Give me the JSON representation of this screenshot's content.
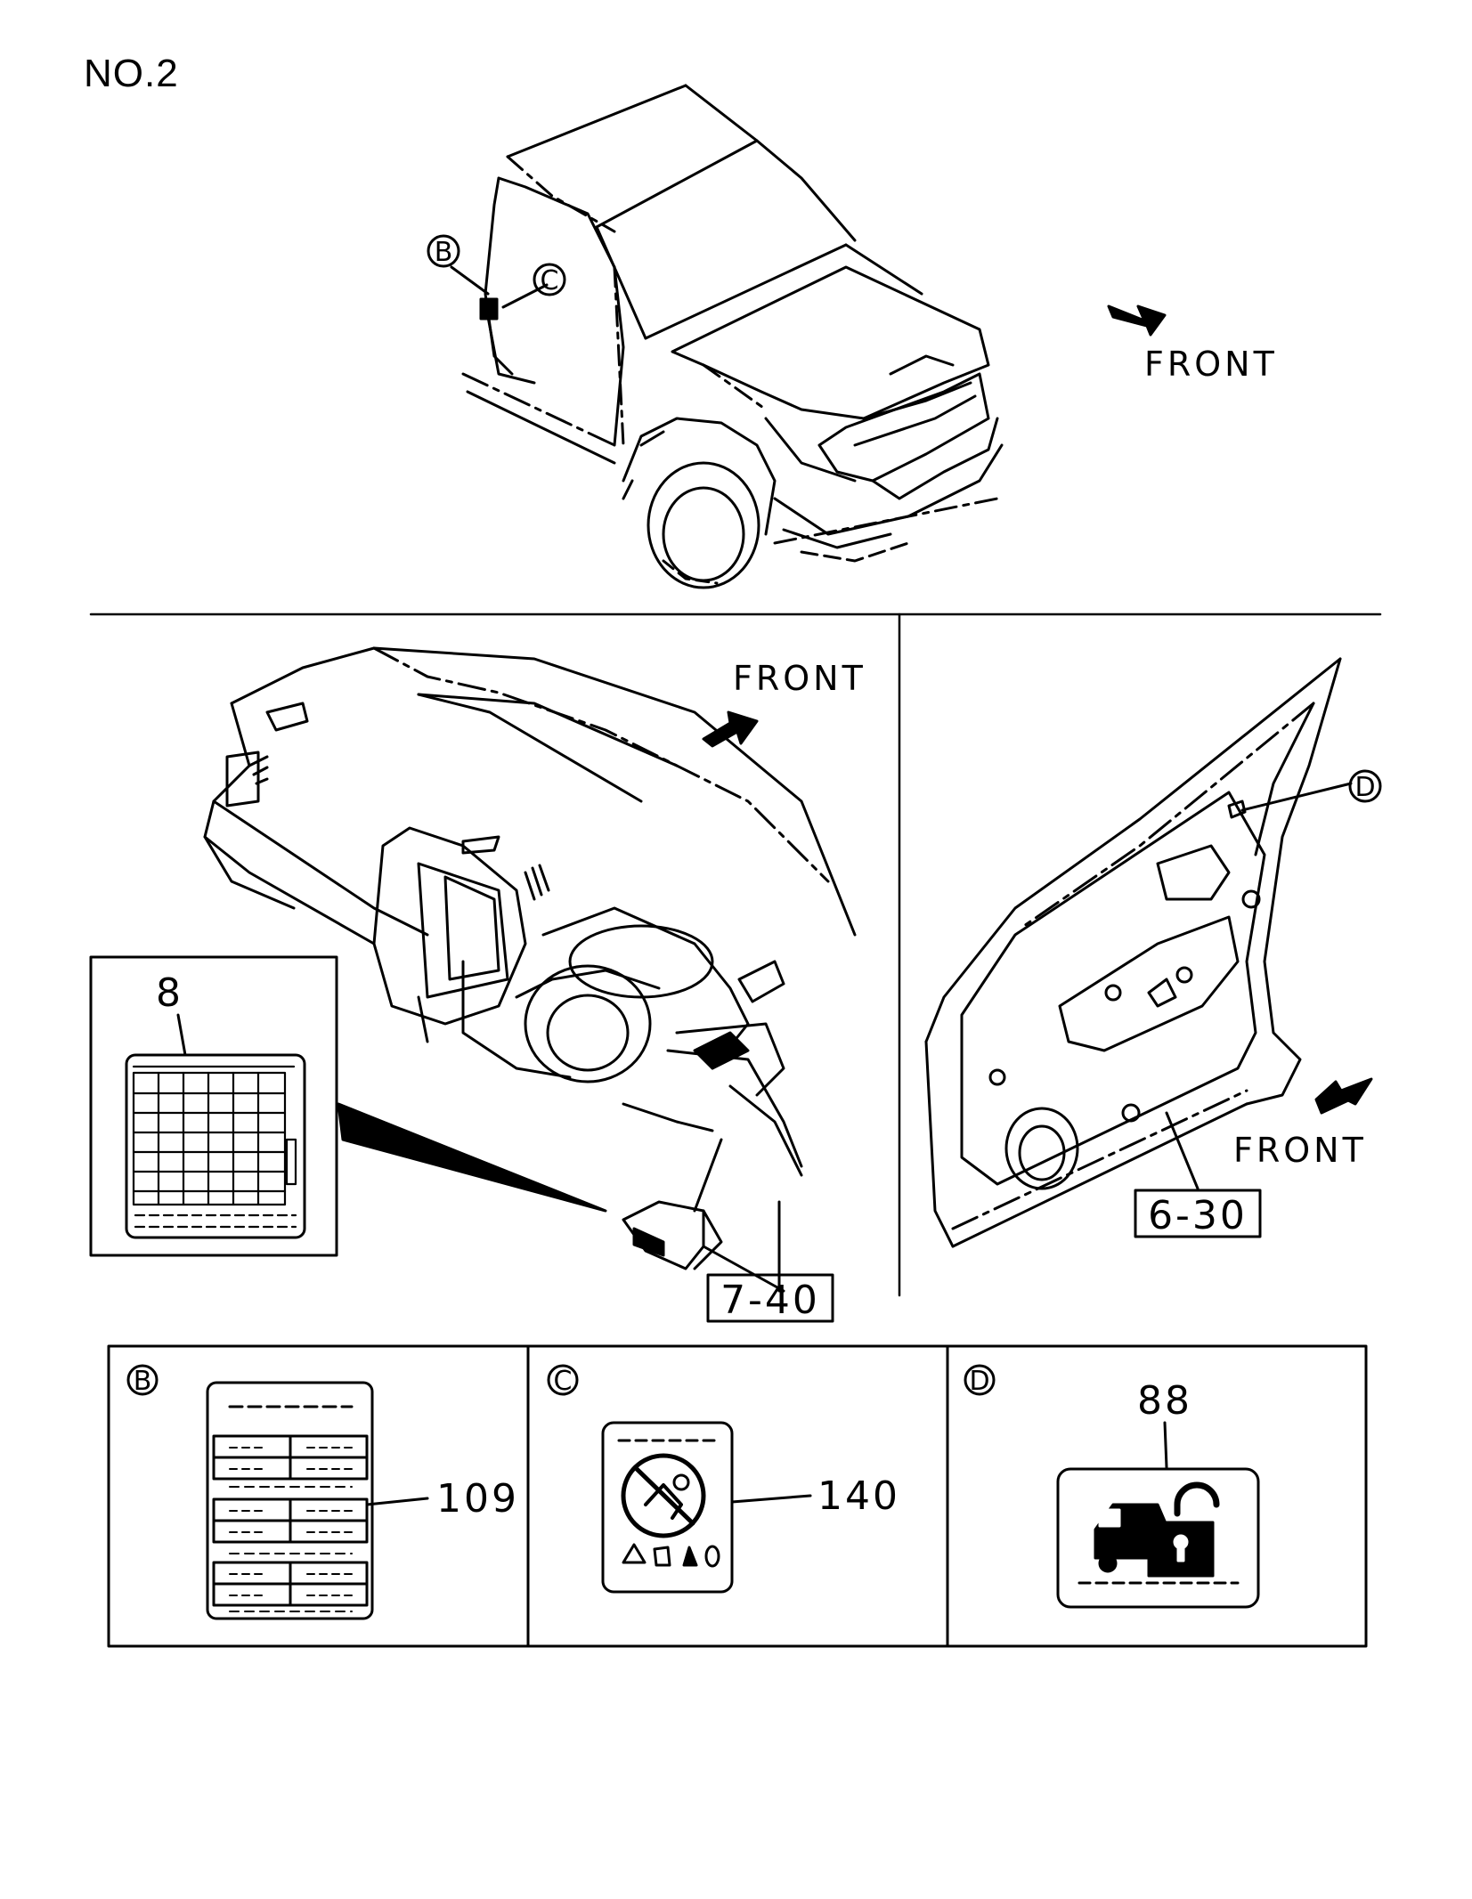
{
  "title": "NO.2",
  "front_labels": [
    "FRONT",
    "FRONT",
    "FRONT"
  ],
  "callouts": {
    "b": "B",
    "c": "C",
    "d": "D"
  },
  "part_refs": {
    "fuse_label": "8",
    "dash_ref": "7-40",
    "door_ref": "6-30"
  },
  "panels": {
    "b": {
      "letter": "B",
      "part": "109"
    },
    "c": {
      "letter": "C",
      "part": "140"
    },
    "d": {
      "letter": "D",
      "part": "88"
    }
  },
  "colors": {
    "ink": "#000000",
    "paper": "#ffffff"
  }
}
